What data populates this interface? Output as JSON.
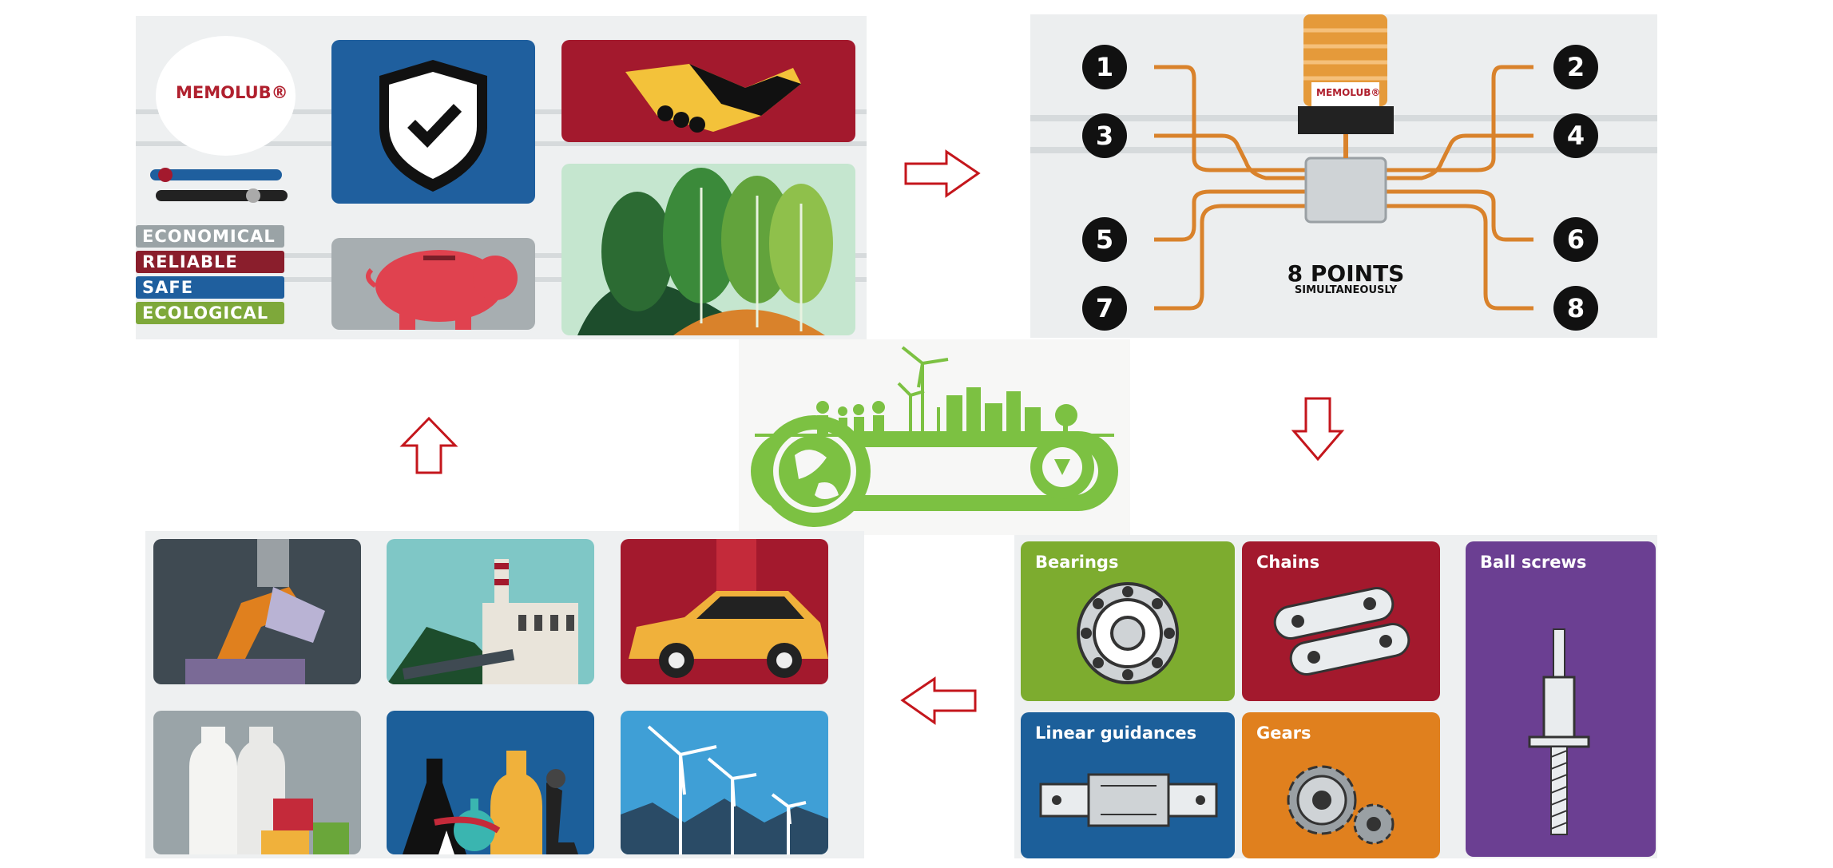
{
  "brand": {
    "name": "MEMOLUB®"
  },
  "benefits": [
    {
      "label": "ECONOMICAL",
      "color": "#9aa3a6"
    },
    {
      "label": "RELIABLE",
      "color": "#8a1e2c"
    },
    {
      "label": "SAFE",
      "color": "#1f5f9e"
    },
    {
      "label": "ECOLOGICAL",
      "color": "#7ea83a"
    }
  ],
  "points": {
    "headline": "8 POINTS",
    "subline": "SIMULTANEOUSLY",
    "numbers": [
      "1",
      "2",
      "3",
      "4",
      "5",
      "6",
      "7",
      "8"
    ]
  },
  "applications": [
    {
      "label": "Bearings",
      "color": "#7dac2f"
    },
    {
      "label": "Chains",
      "color": "#a3192d"
    },
    {
      "label": "Ball screws",
      "color": "#6b3f92"
    },
    {
      "label": "Linear guidances",
      "color": "#1c5f9a"
    },
    {
      "label": "Gears",
      "color": "#e0801e"
    }
  ],
  "industries": [
    {
      "name": "robot-arm",
      "color": "#3f4a52"
    },
    {
      "name": "power-plant",
      "color": "#7fc7c6"
    },
    {
      "name": "automotive",
      "color": "#a3192d"
    },
    {
      "name": "food-bottles",
      "color": "#9aa4a8"
    },
    {
      "name": "chemistry-lab",
      "color": "#1c5f9a"
    },
    {
      "name": "wind-energy",
      "color": "#3f9fd6"
    }
  ],
  "colors": {
    "arrow": "#c4161c",
    "eco": "#7cc142",
    "orange": "#d9822b"
  }
}
